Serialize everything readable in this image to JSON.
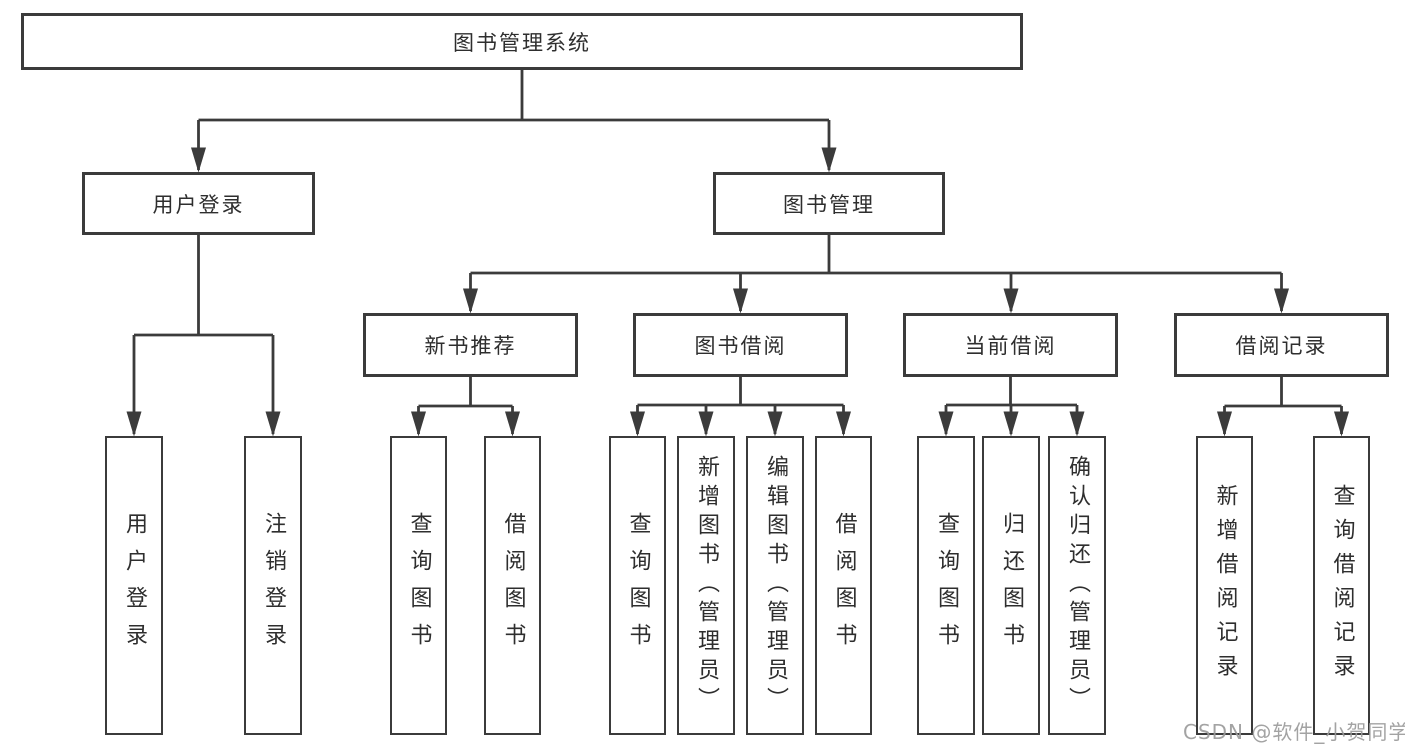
{
  "colors": {
    "line": "#3b3b3b",
    "box_border": "#3b3b3b",
    "text": "#2e2e2e",
    "watermark": "#9b9b9b",
    "background": "#ffffff"
  },
  "watermark": {
    "text": "CSDN @软件_小贺同学"
  },
  "tree": {
    "root": {
      "label": "图书管理系统",
      "children": [
        {
          "label": "用户登录",
          "children": [
            {
              "label": "用户登录"
            },
            {
              "label": "注销登录"
            }
          ]
        },
        {
          "label": "图书管理",
          "children": [
            {
              "label": "新书推荐",
              "children": [
                {
                  "label": "查询图书"
                },
                {
                  "label": "借阅图书"
                }
              ]
            },
            {
              "label": "图书借阅",
              "children": [
                {
                  "label": "查询图书"
                },
                {
                  "label": "新增图书（管理员）"
                },
                {
                  "label": "编辑图书（管理员）"
                },
                {
                  "label": "借阅图书"
                }
              ]
            },
            {
              "label": "当前借阅",
              "children": [
                {
                  "label": "查询图书"
                },
                {
                  "label": "归还图书"
                },
                {
                  "label": "确认归还（管理员）"
                }
              ]
            },
            {
              "label": "借阅记录",
              "children": [
                {
                  "label": "新增借阅记录"
                },
                {
                  "label": "查询借阅记录"
                }
              ]
            }
          ]
        }
      ]
    }
  }
}
